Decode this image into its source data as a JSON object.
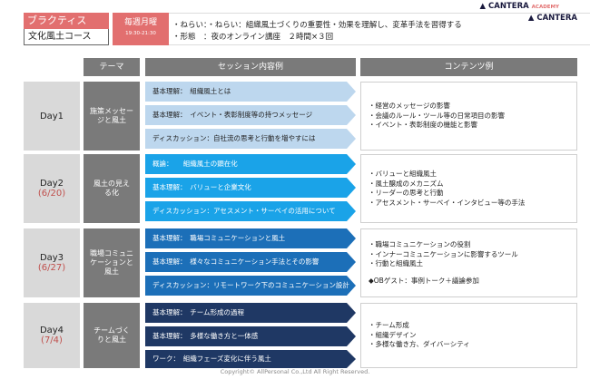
{
  "header": {
    "course_title": "ブラクティス",
    "course_subtitle": "文化風土コース",
    "badge_day": "毎週月曜",
    "badge_time": "19:30-21:30",
    "goal": "・ねらい：・ねらい：組織風土づくりの重要性・効果を理解し、変革手法を習得する",
    "format": "・形態　：夜のオンライン講座　２時間×３回",
    "logo_main": "CANTERA",
    "logo_accent": "ACADEMY",
    "logo_second": "CANTERA"
  },
  "columns": {
    "theme": "テーマ",
    "session": "セッション内容例",
    "content": "コンテンツ例"
  },
  "days": [
    {
      "day": "Day1",
      "date": "",
      "theme": "施策メッセージと風土",
      "sessions": [
        "基本理解：　組織風土とは",
        "基本理解：　イベント・表彰制度等の持つメッセージ",
        "ディスカッション：自社流の思考と行動を増やすには"
      ],
      "contents": [
        "・経営のメッセージの影響",
        "・会議のルール・ツール等の日常項目の影響",
        "・イベント・表彰制度の機能と影響"
      ]
    },
    {
      "day": "Day2",
      "date": "(6/20)",
      "theme": "風土の見える化",
      "sessions": [
        "概論：　　組織風土の顕在化",
        "基本理解：　バリューと企業文化",
        "ディスカッション：アセスメント・サーベイの活用について"
      ],
      "contents": [
        "・バリューと組織風土",
        "・風土醸成のメカニズム",
        "・リーダーの思考と行動",
        "・アセスメント・サーベイ・インタビュー等の手法"
      ]
    },
    {
      "day": "Day3",
      "date": "(6/27)",
      "theme": "職場コミュニケーションと風土",
      "sessions": [
        "基本理解：　職場コミュニケーションと風土",
        "基本理解：　様々なコミュニケーション手法とその影響",
        "ディスカッション：リモートワーク下のコミュニケーション設計"
      ],
      "contents": [
        "・職場コミュニケーションの役割",
        "・インナーコミュニケーションに影響するツール",
        "・行動と組織風土",
        "",
        "◆OBゲスト：事例トーク＋議論参加"
      ]
    },
    {
      "day": "Day4",
      "date": "(7/4)",
      "theme": "チームづくりと風土",
      "sessions": [
        "基本理解：　チーム形成の過程",
        "基本理解：　多様な働き方と一体感",
        "ワーク：　組織フェーズ変化に伴う風土"
      ],
      "contents": [
        "・チーム形成",
        "・組織デザイン",
        "・多様な働き方、ダイバーシティ"
      ]
    }
  ],
  "colors": {
    "accent_pink": "#e26f6f",
    "header_gray": "#7a7a7a",
    "day_gray": "#d9d9d9",
    "date_red": "#c0504d",
    "day1_arrow": "#bdd7ee",
    "day2_arrow": "#1aa3e8",
    "day3_arrow": "#1c6fb8",
    "day4_arrow": "#1f3864"
  },
  "footer": "Copyright© AllPersonal Co.,Ltd All Right Reserved."
}
